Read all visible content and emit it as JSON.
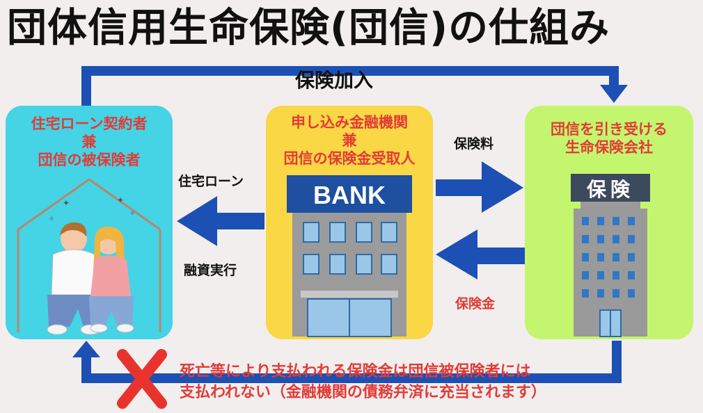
{
  "title": "団体信用生命保険(団信)の仕組み",
  "top_arrow_label": "保険加入",
  "borrower": {
    "line1": "住宅ローン契約者",
    "line2": "兼",
    "line3": "団信の被保険者"
  },
  "bank": {
    "line1": "申し込み金融機関",
    "line2": "兼",
    "line3": "団信の保険金受取人",
    "sign": "BANK"
  },
  "insurer": {
    "line1": "団信を引き受ける",
    "line2": "生命保険会社",
    "sign": "保険"
  },
  "labels": {
    "housing_loan": "住宅ローン",
    "loan_exec": "融資実行",
    "premium": "保険料",
    "insurance_money": "保険金"
  },
  "note": {
    "line1": "死亡等により支払われる保険金は団信被保険者には",
    "line2": "支払われない（金融機関の債務弁済に充当されます）"
  },
  "colors": {
    "arrow": "#1d50b4",
    "borrower_panel": "#45d3e6",
    "bank_panel": "#f9d745",
    "insurer_panel": "#c4f56e",
    "note_red": "#e23b36",
    "cross": "#e8332c"
  }
}
